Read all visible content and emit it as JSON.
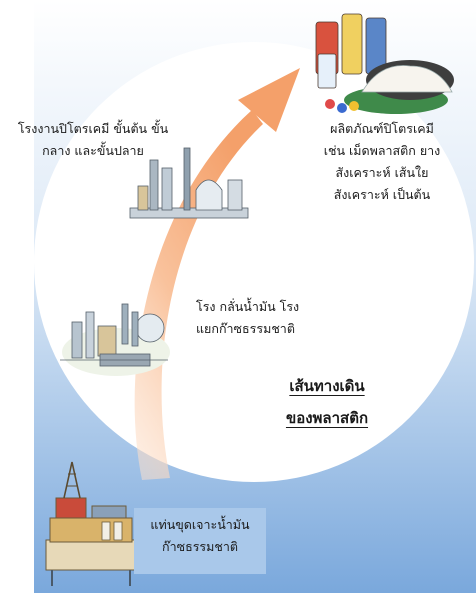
{
  "labels": {
    "petrochemical_plants": [
      "โรงงานปิโตรเคมี ขั้นต้น ขั้น",
      "กลาง และขั้นปลาย"
    ],
    "petrochemical_products": [
      "ผลิตภัณฑ์ปิโตรเคมี",
      "เช่น เม็ดพลาสติก ยาง",
      "สังเคราะห์ เส้นใย",
      "สังเคราะห์ เป็นต้น"
    ],
    "refinery": [
      "โรง กลั่นน้ำมัน โรง",
      "แยกก๊าซธรรมชาติ"
    ],
    "drilling_rig": [
      "แท่นขุดเจาะน้ำมัน",
      "ก๊าซธรรมชาติ"
    ]
  },
  "title": [
    "เส้นทางเดิน",
    "ของพลาสติก"
  ],
  "colors": {
    "arrow": "#f7b183",
    "background_gradient_top": "#ffffff",
    "background_gradient_bottom": "#7aa8dc",
    "rig_label_box": "#a9c8ea"
  },
  "icons": {
    "drilling_rig": "oil-rig-icon",
    "refinery": "refinery-icon",
    "petrochemical_plant": "petrochemical-plant-icon",
    "products": "plastic-products-icon"
  }
}
